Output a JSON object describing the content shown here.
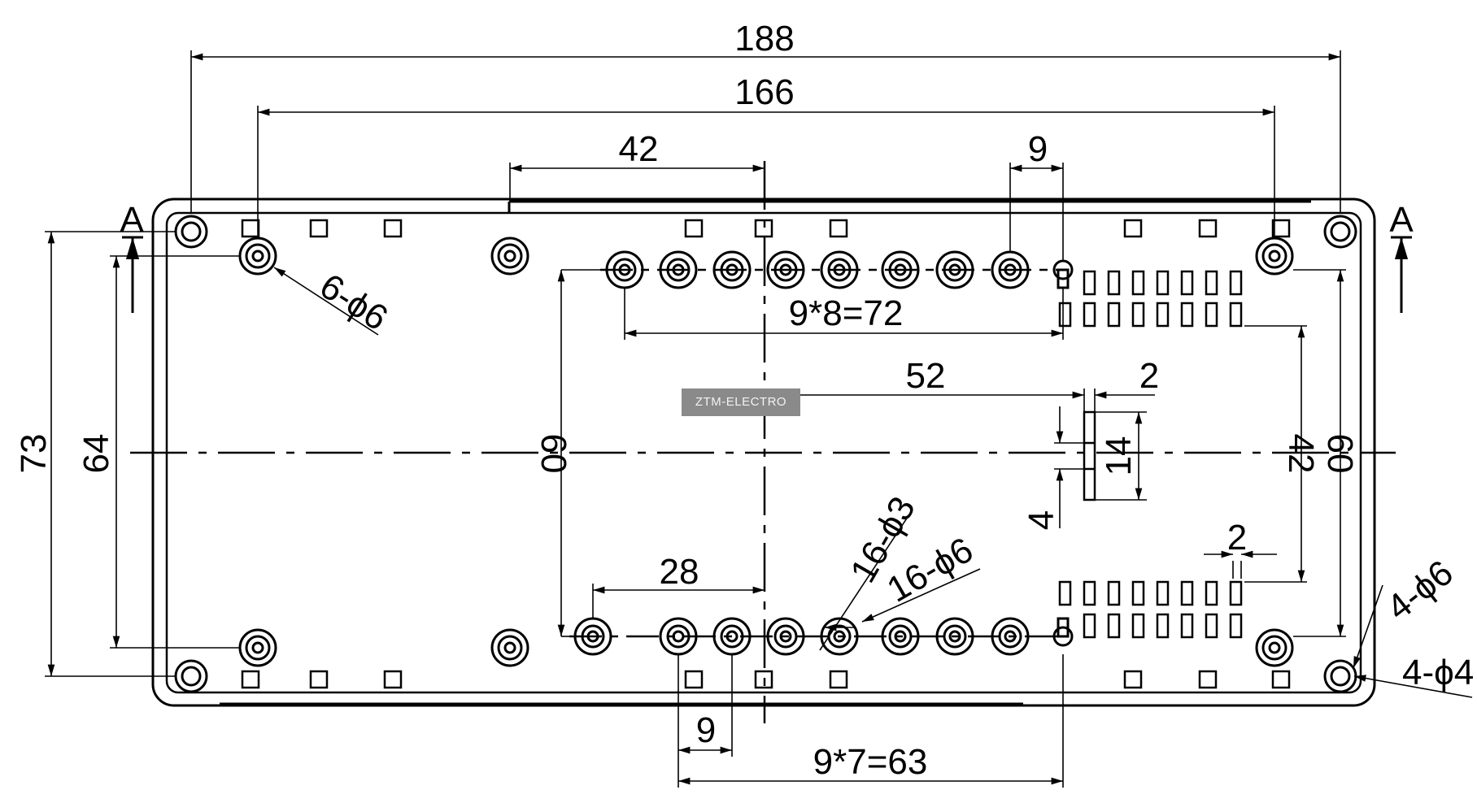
{
  "dimensions": {
    "overall_width": "188",
    "hole_span": "166",
    "left_to_center": "42",
    "pitch_top": "9",
    "top_row": "9*8=72",
    "mount_label": "6-ϕ6",
    "to_slot": "52",
    "slot_width": "2",
    "slot_height": "14",
    "slot_gap": "4",
    "right_inner_height": "42",
    "right_outer_height": "60",
    "inner_height": "60",
    "overall_height": "73",
    "hole_height": "64",
    "bottom_left": "28",
    "small_holes": "16-ϕ3",
    "large_holes": "16-ϕ6",
    "vent_width": "2",
    "corner_holes": "4-ϕ6",
    "corner_small": "4-ϕ4",
    "pitch_bottom": "9",
    "bottom_row": "9*7=63"
  },
  "section_marker_left": "A",
  "section_marker_right": "A",
  "watermark": "ZTM-ELECTRO"
}
